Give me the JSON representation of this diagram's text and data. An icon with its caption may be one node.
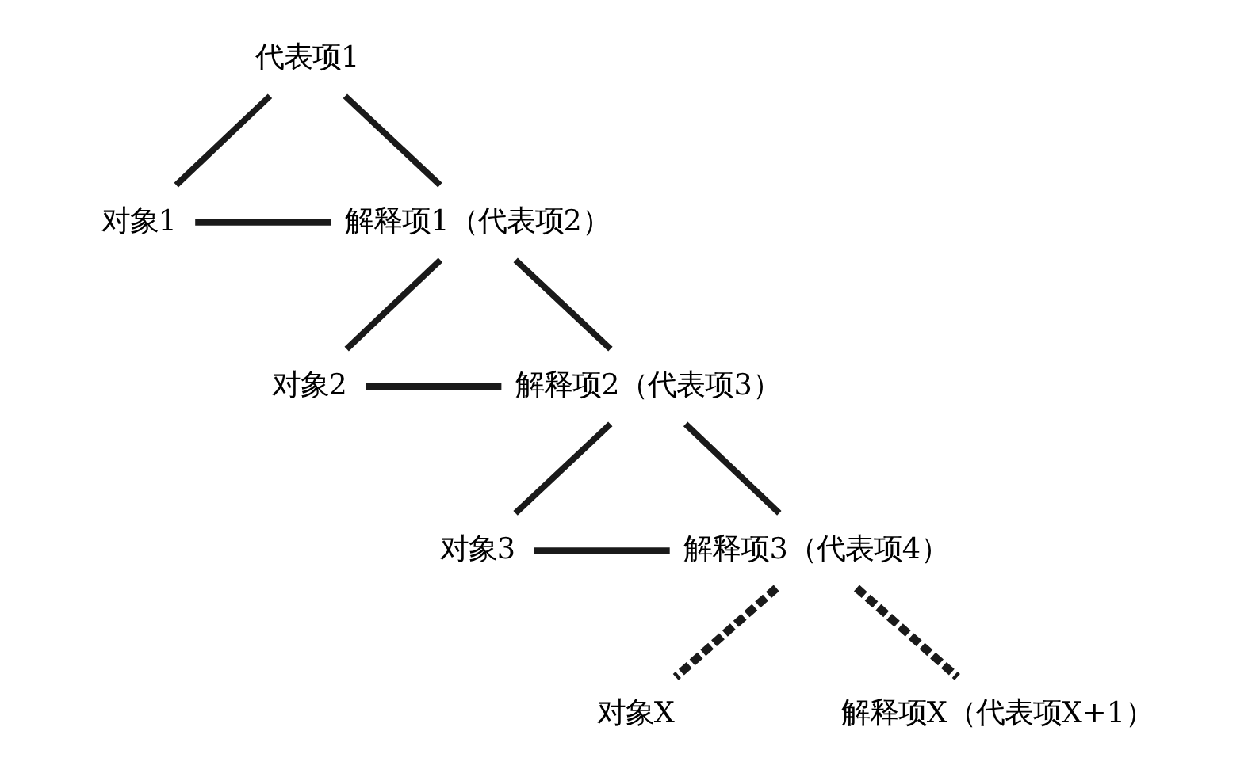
{
  "diagram": {
    "nodes": [
      {
        "text": [
          "代表项1"
        ]
      },
      {
        "text": [
          "对象1"
        ]
      },
      {
        "text": [
          "解释项1（代表项2）"
        ]
      },
      {
        "text": [
          "对象2"
        ]
      },
      {
        "text": [
          "解释项2（代表项3）"
        ]
      },
      {
        "text": [
          "对象3"
        ]
      },
      {
        "text": [
          "解释项3（代表项4）"
        ]
      },
      {
        "text": [
          "对象X"
        ]
      },
      {
        "text": [
          "解释项X（代表项X+1）"
        ]
      }
    ],
    "edges": [
      {
        "from": 0,
        "to": 1,
        "arrow": "none"
      },
      {
        "from": 1,
        "to": 2,
        "arrow": "none"
      },
      {
        "from": 0,
        "to": 2,
        "arrow": "none"
      },
      {
        "from": 2,
        "to": 3,
        "arrow": "none"
      },
      {
        "from": 3,
        "to": 4,
        "arrow": "none"
      },
      {
        "from": 2,
        "to": 4,
        "arrow": "none"
      },
      {
        "from": 4,
        "to": 5,
        "arrow": "none"
      },
      {
        "from": 5,
        "to": 6,
        "arrow": "none"
      },
      {
        "from": 4,
        "to": 6,
        "arrow": "none"
      },
      {
        "from": 6,
        "to": 7,
        "arrow": "none",
        "style": "dashed"
      },
      {
        "from": 6,
        "to": 8,
        "arrow": "none",
        "style": "dashed"
      }
    ]
  }
}
